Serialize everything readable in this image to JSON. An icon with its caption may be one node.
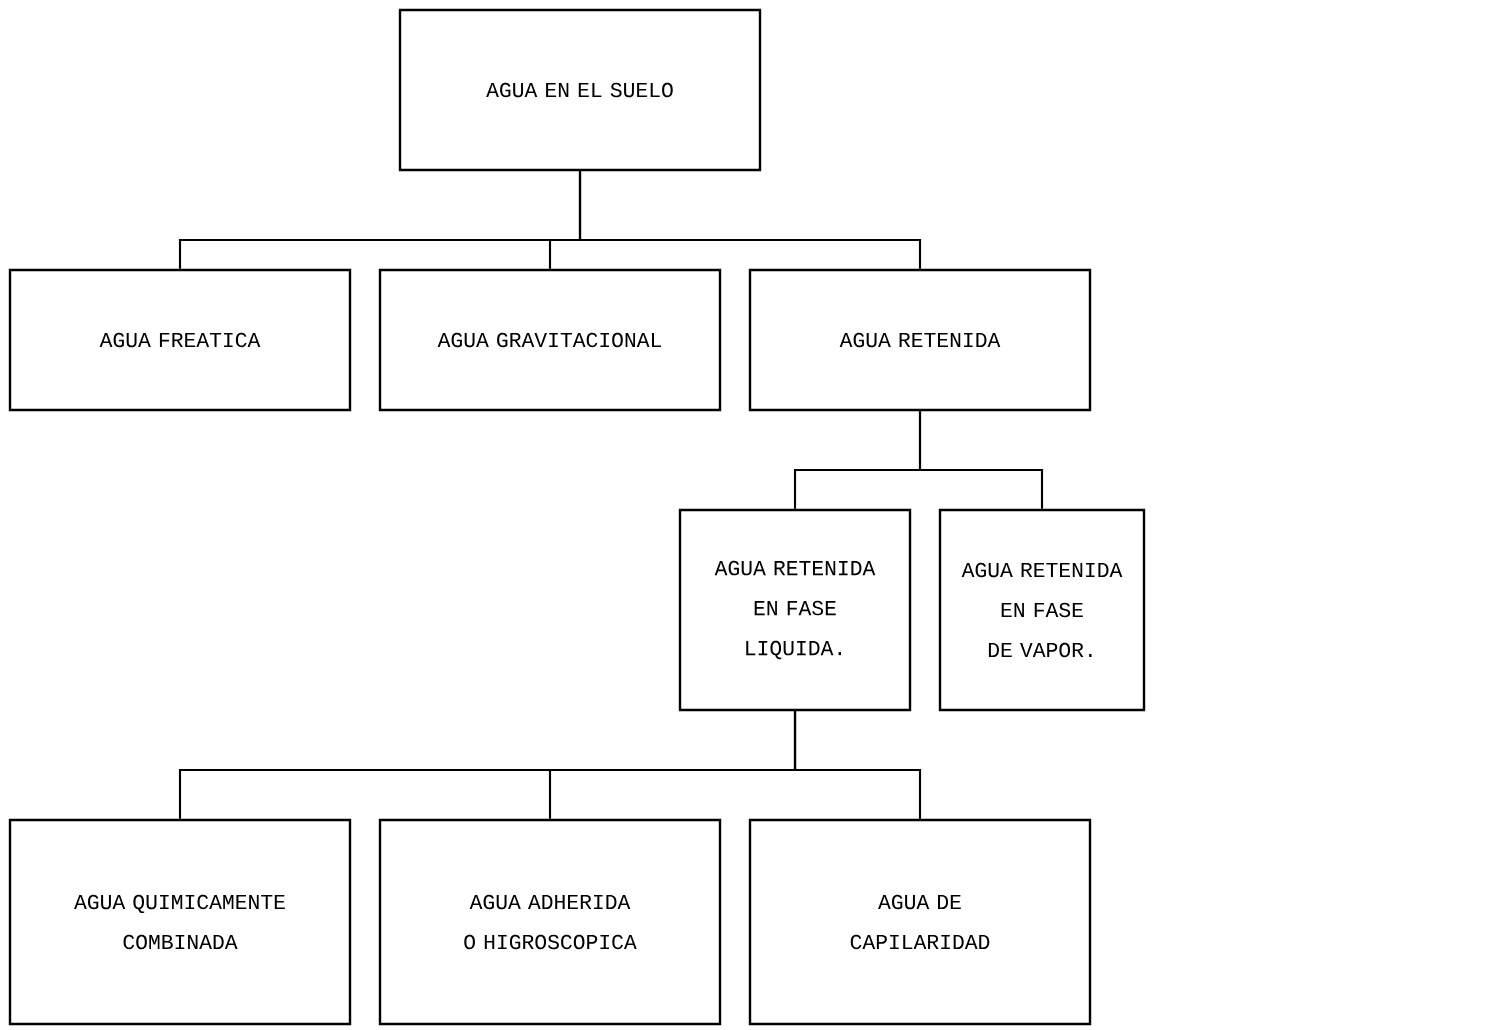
{
  "diagram": {
    "nodes": [
      {
        "text": [
          "AGUA EN EL SUELO"
        ]
      },
      {
        "text": [
          "AGUA FREATICA"
        ]
      },
      {
        "text": [
          "AGUA GRAVITACIONAL"
        ]
      },
      {
        "text": [
          "AGUA RETENIDA"
        ]
      },
      {
        "text": [
          "AGUA RETENIDA EN FASE LIQUIDA."
        ]
      },
      {
        "text": [
          "AGUA RETENIDA EN FASE DE VAPOR."
        ]
      },
      {
        "text": [
          "AGUA QUIMICAMENTE COMBINADA"
        ]
      },
      {
        "text": [
          "AGUA ADHERIDA O HIGROSCOPICA"
        ]
      },
      {
        "text": [
          "AGUA DE CAPILARIDAD"
        ]
      }
    ],
    "edges": [
      {
        "from": 0,
        "to": 1,
        "arrow": "none"
      },
      {
        "from": 0,
        "to": 2,
        "arrow": "none"
      },
      {
        "from": 0,
        "to": 3,
        "arrow": "none"
      },
      {
        "from": 3,
        "to": 4,
        "arrow": "none"
      },
      {
        "from": 3,
        "to": 5,
        "arrow": "none"
      },
      {
        "from": 4,
        "to": 6,
        "arrow": "none"
      },
      {
        "from": 4,
        "to": 7,
        "arrow": "none"
      },
      {
        "from": 4,
        "to": 8,
        "arrow": "none"
      }
    ]
  }
}
